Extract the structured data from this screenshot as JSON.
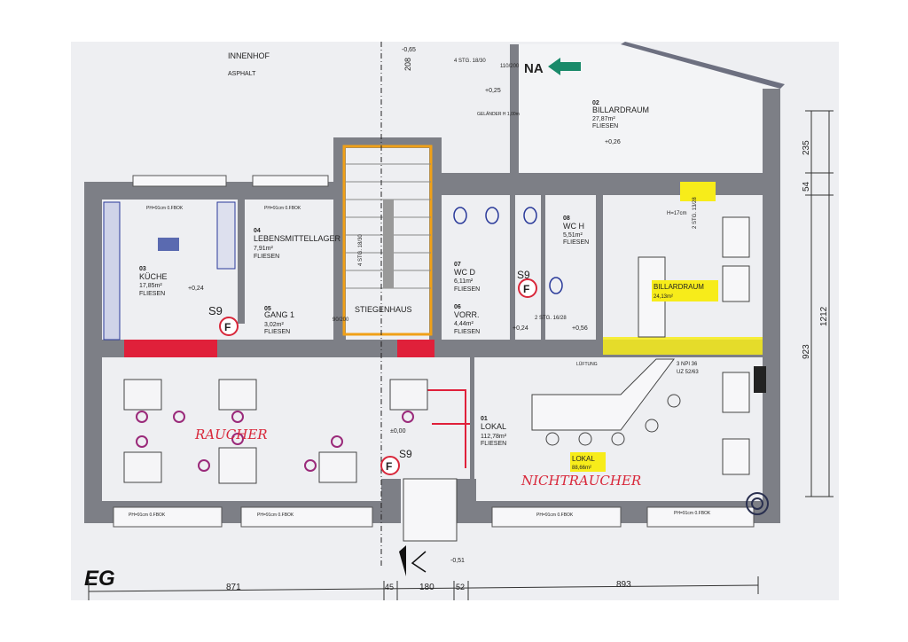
{
  "plan": {
    "floor_label": "EG",
    "courtyard": {
      "name": "INNENHOF",
      "surface": "ASPHALT"
    },
    "entrance_marker": "NA",
    "rooms": [
      {
        "no": "01",
        "name": "LOKAL",
        "area": "112,78m²",
        "floor": "FLIESEN"
      },
      {
        "no": "02",
        "name": "BILLARDRAUM",
        "area": "27,87m²",
        "floor": "FLIESEN"
      },
      {
        "no": "03",
        "name": "KÜCHE",
        "area": "17,85m²",
        "floor": "FLIESEN"
      },
      {
        "no": "04",
        "name": "LEBENSMITTELLAGER",
        "area": "7,91m²",
        "floor": "FLIESEN"
      },
      {
        "no": "05",
        "name": "GANG 1",
        "area": "3,02m²",
        "floor": "FLIESEN"
      },
      {
        "no": "06",
        "name": "VORR.",
        "area": "4,44m²",
        "floor": "FLIESEN"
      },
      {
        "no": "07",
        "name": "WC D",
        "area": "6,11m²",
        "floor": "FLIESEN"
      },
      {
        "no": "08",
        "name": "WC H",
        "area": "5,51m²",
        "floor": "FLIESEN"
      }
    ],
    "stairwell": "STIEGENHAUS",
    "highlights": [
      {
        "name": "BILLARDRAUM",
        "area": "24,13m²"
      },
      {
        "name": "LOKAL",
        "area": "88,66m²"
      }
    ],
    "handwritten": {
      "smokers": "RAUCHER",
      "non_smokers": "NICHTRAUCHER"
    },
    "fire_marker": "F",
    "section_label": "S9",
    "window_note": "PH=91cm 0.FBOK",
    "levels": [
      "-0,65",
      "+0,25",
      "+0,26",
      "+0,24",
      "+0,24",
      "+0,56",
      "±0,00",
      "-0,51"
    ],
    "steps": {
      "outdoor": "4 STG. 18/30",
      "stair": "4 STG. 18/30",
      "wc": "2 STG. 16/28",
      "billard": "2 STG. 13/28"
    },
    "misc": {
      "railing": "GELÄNDER H 1,00m",
      "door_110": "110/200",
      "door_90": "90/200",
      "h_note": "H=17cm",
      "npi": "3 NPI 36",
      "uz": "UZ 52/63",
      "lueftung": "LÜFTUNG",
      "d208": "208"
    },
    "dimensions_bottom": [
      "871",
      "45",
      "180",
      "52",
      "893"
    ],
    "dimensions_right": [
      "235",
      "54",
      "923",
      "1212"
    ],
    "colors": {
      "paper": "#eeeff2",
      "wall": "#7d7f86",
      "stair_outline": "#f0a018",
      "red_wall": "#e0203a",
      "highlight": "#f7ec1a",
      "arrow": "#1a8a6a",
      "furniture": "#9a2a7a"
    }
  }
}
